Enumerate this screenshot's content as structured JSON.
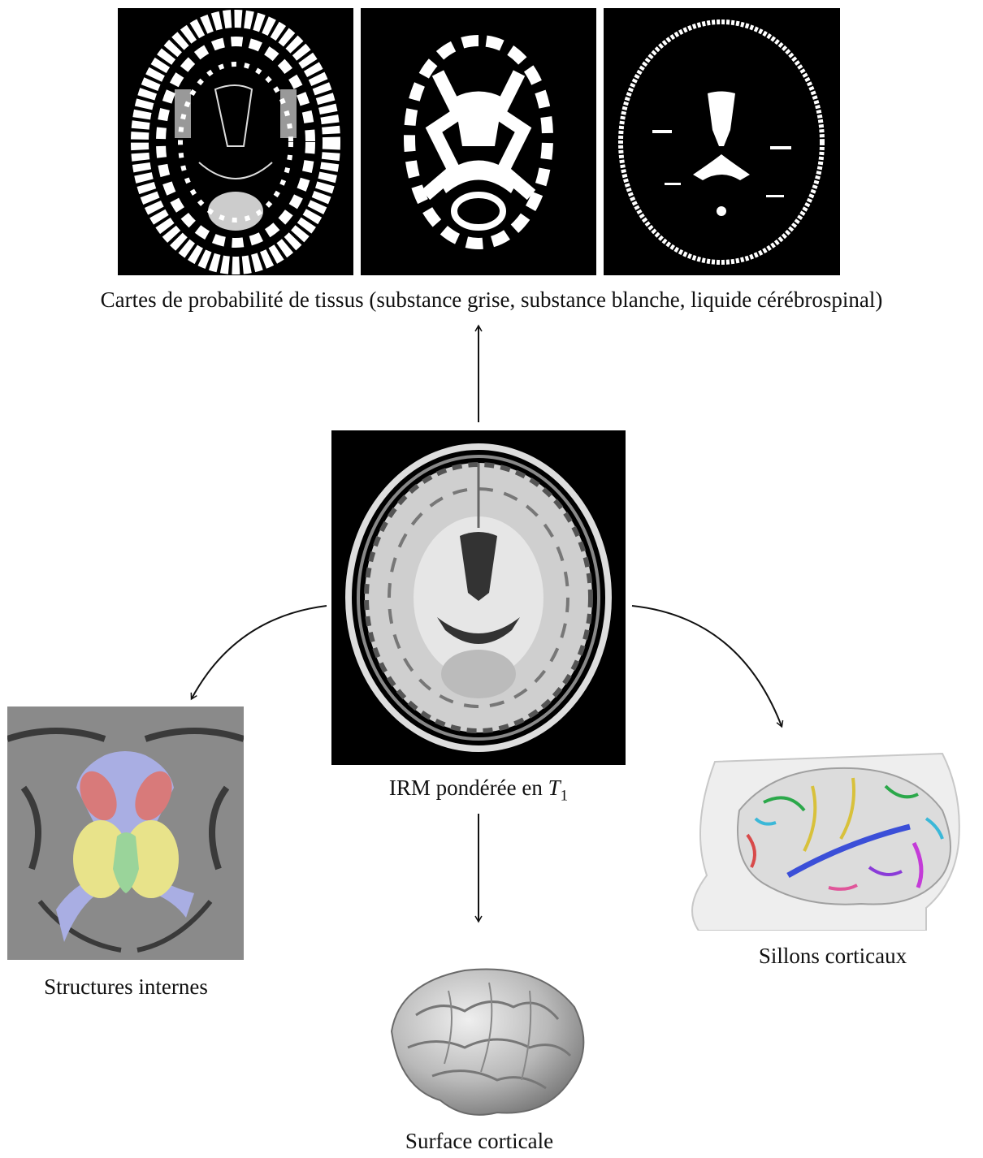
{
  "tissue_maps": {
    "caption": "Cartes de probabilité de tissus (substance grise, substance blanche, liquide cérébrospinal)"
  },
  "t1": {
    "caption_text": "IRM pondérée en ",
    "caption_var": "T",
    "caption_sub": "1"
  },
  "internal": {
    "caption": "Structures internes"
  },
  "cortical_surface": {
    "caption": "Surface corticale"
  },
  "sulci": {
    "caption": "Sillons corticaux"
  },
  "colors": {
    "arrow": "#111111",
    "background": "#ffffff",
    "panel_background": "#000000",
    "lateral_ventricles": "#a9aee3",
    "caudate_nucleus": "#d87a7a",
    "putamen": "#e8e38a",
    "thalamus": "#9ad49a",
    "sulci": [
      "#3b4fd8",
      "#2ba84a",
      "#d8c13b",
      "#c43bd8",
      "#d84a4a",
      "#3bb8d8",
      "#8a3bd8",
      "#e0569a"
    ]
  }
}
